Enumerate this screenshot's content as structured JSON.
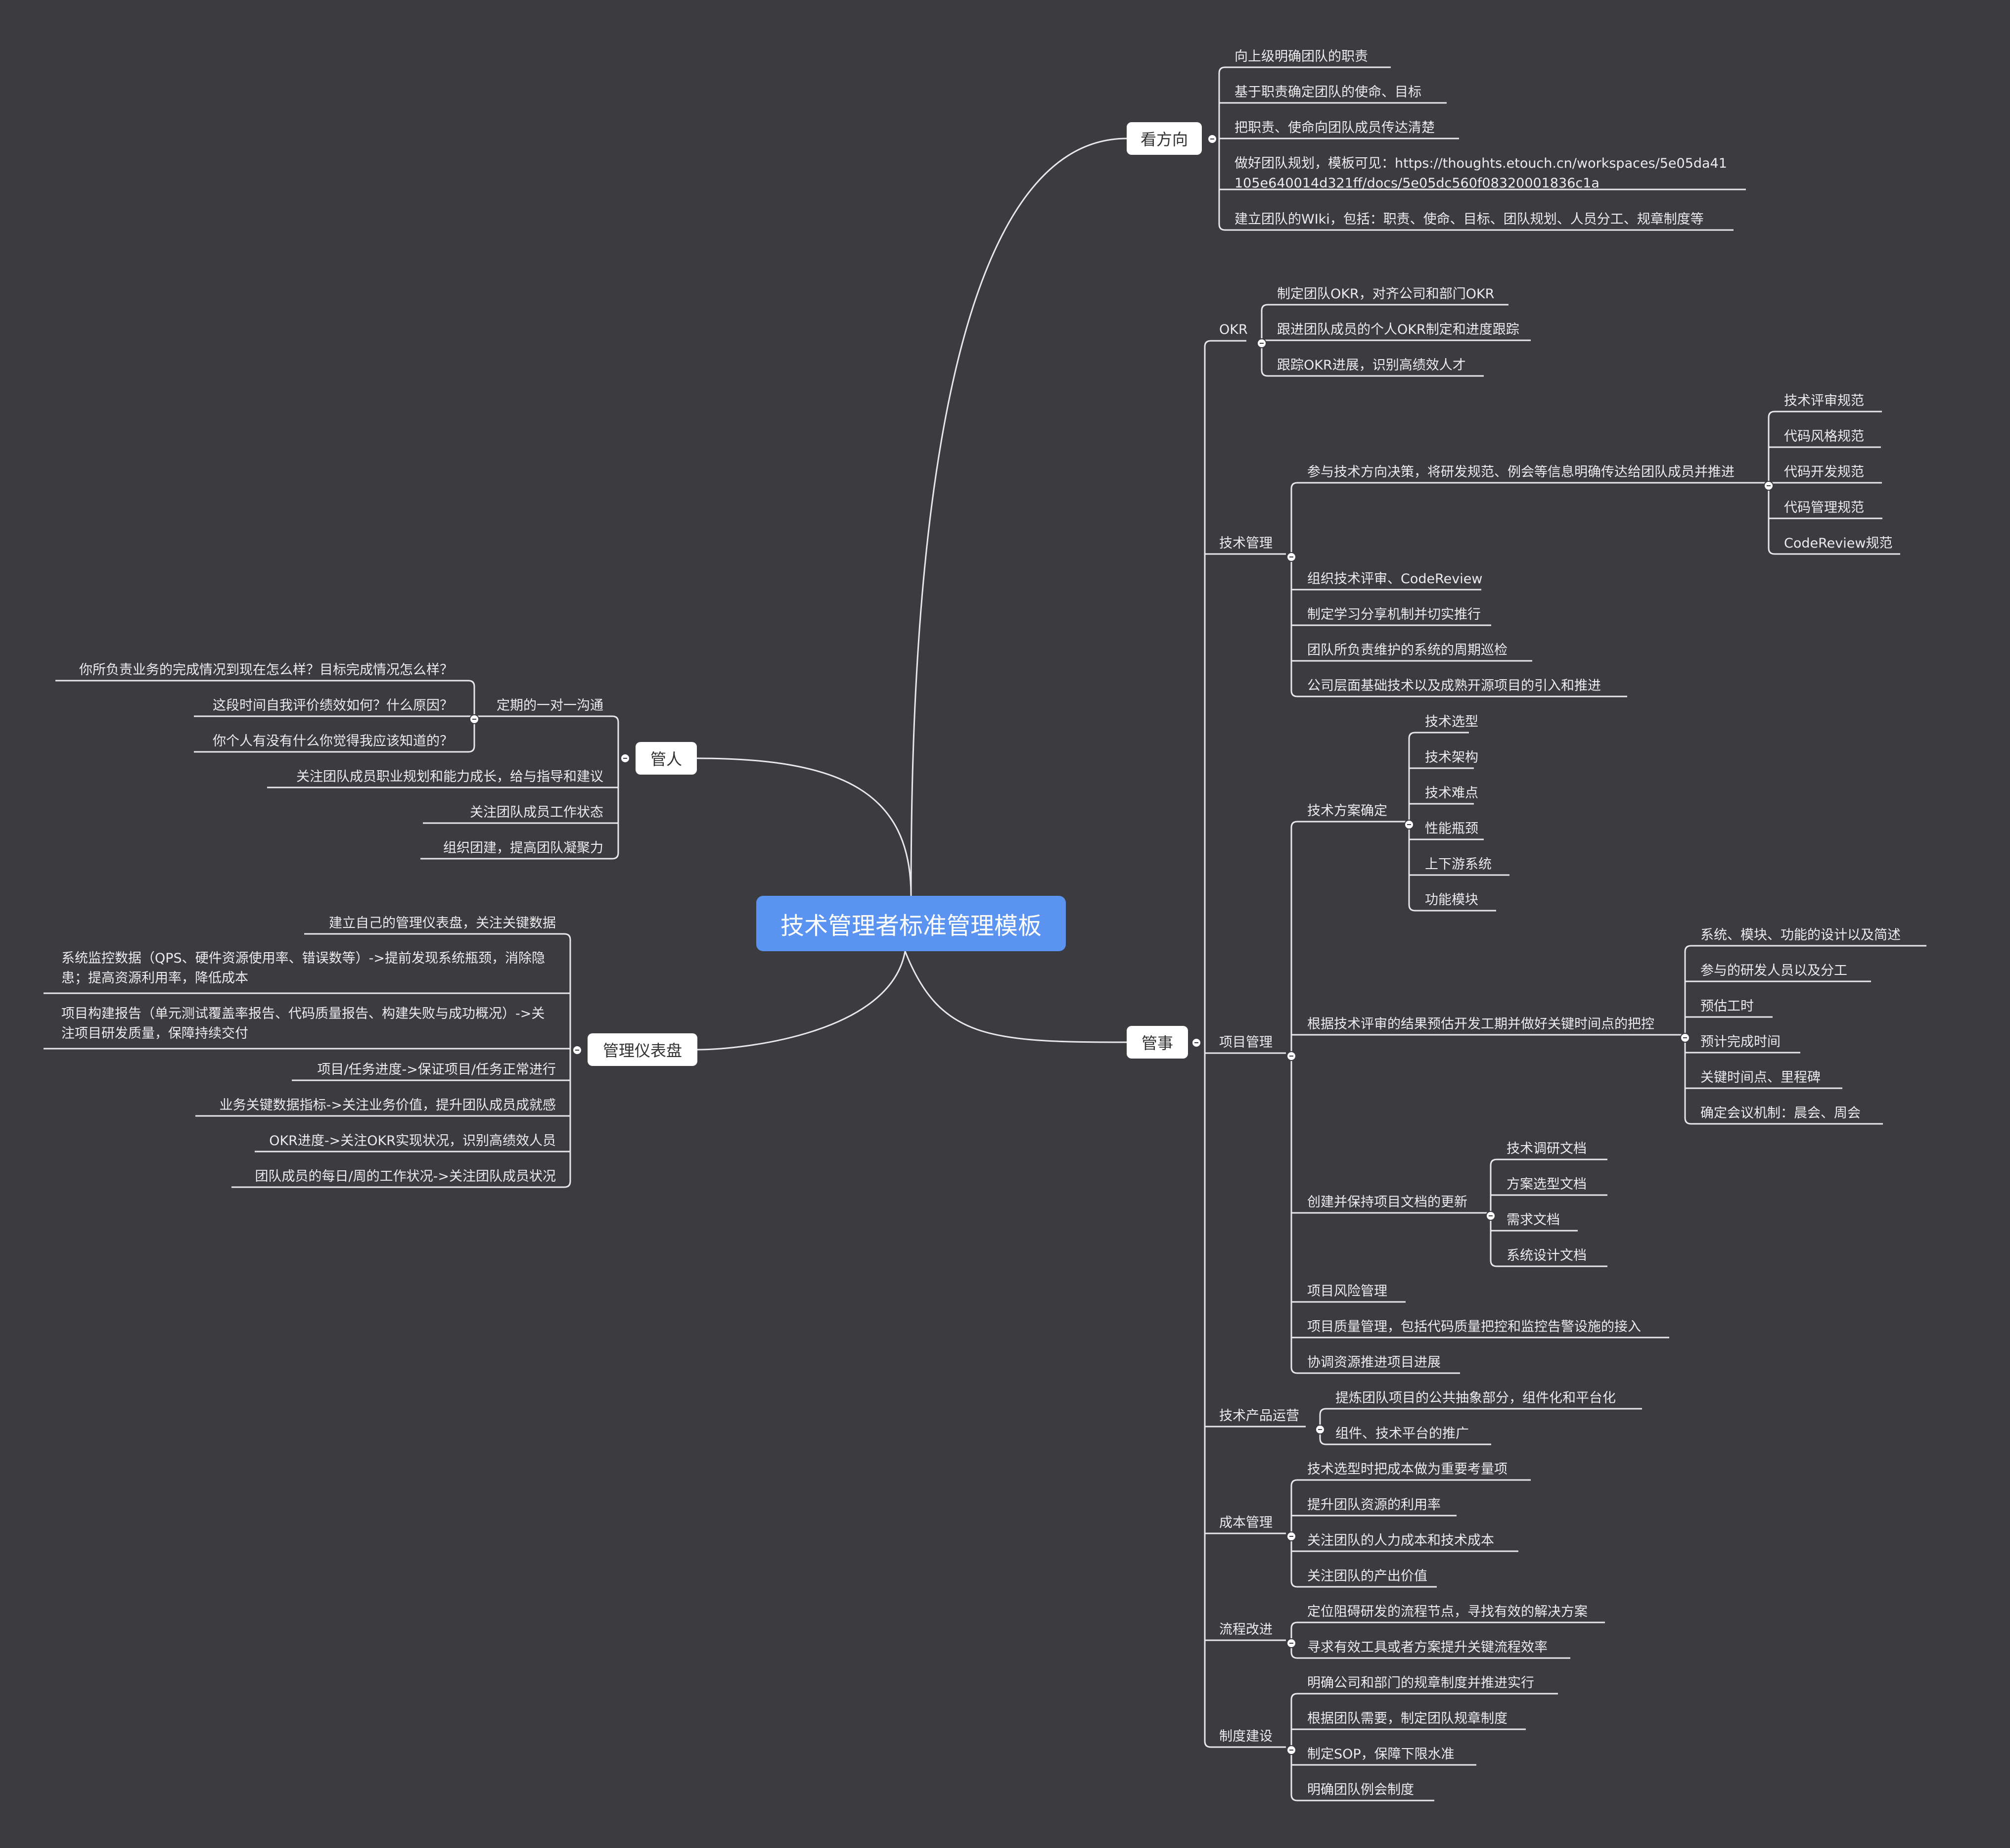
{
  "root": "技术管理者标准管理模板",
  "main": {
    "kanfangxiang": "看方向",
    "guanshi": "管事",
    "guanren": "管人",
    "yibiaopan": "管理仪表盘"
  },
  "kfx": [
    "向上级明确团队的职责",
    "基于职责确定团队的使命、目标",
    "把职责、使命向团队成员传达清楚",
    "做好团队规划，模板可见：https://thoughts.etouch.cn/workspaces/5e05da41105e640014d321ff/docs/5e05dc560f08320001836c1a",
    "建立团队的WIki，包括：职责、使命、目标、团队规划、人员分工、规章制度等"
  ],
  "okr": {
    "label": "OKR",
    "items": [
      "制定团队OKR，对齐公司和部门OKR",
      "跟进团队成员的个人OKR制定和进度跟踪",
      "跟踪OKR进展，识别高绩效人才"
    ]
  },
  "tech_mgmt": {
    "label": "技术管理",
    "decision": "参与技术方向决策，将研发规范、例会等信息明确传达给团队成员并推进",
    "specs": [
      "技术评审规范",
      "代码风格规范",
      "代码开发规范",
      "代码管理规范",
      "CodeReview规范"
    ],
    "items": [
      "组织技术评审、CodeReview",
      "制定学习分享机制并切实推行",
      "团队所负责维护的系统的周期巡检",
      "公司层面基础技术以及成熟开源项目的引入和推进"
    ]
  },
  "project": {
    "label": "项目管理",
    "plan": "技术方案确定",
    "plan_items": [
      "技术选型",
      "技术架构",
      "技术难点",
      "性能瓶颈",
      "上下游系统",
      "功能模块"
    ],
    "schedule": "根据技术评审的结果预估开发工期并做好关键时间点的把控",
    "schedule_items": [
      "系统、模块、功能的设计以及简述",
      "参与的研发人员以及分工",
      "预估工时",
      "预计完成时间",
      "关键时间点、里程碑",
      "确定会议机制：晨会、周会"
    ],
    "docs": "创建并保持项目文档的更新",
    "docs_items": [
      "技术调研文档",
      "方案选型文档",
      "需求文档",
      "系统设计文档"
    ],
    "others": [
      "项目风险管理",
      "项目质量管理，包括代码质量把控和监控告警设施的接入",
      "协调资源推进项目进展"
    ]
  },
  "product_ops": {
    "label": "技术产品运营",
    "items": [
      "提炼团队项目的公共抽象部分，组件化和平台化",
      "组件、技术平台的推广"
    ]
  },
  "cost": {
    "label": "成本管理",
    "items": [
      "技术选型时把成本做为重要考量项",
      "提升团队资源的利用率",
      "关注团队的人力成本和技术成本",
      "关注团队的产出价值"
    ]
  },
  "process": {
    "label": "流程改进",
    "items": [
      "定位阻碍研发的流程节点，寻找有效的解决方案",
      "寻求有效工具或者方案提升关键流程效率"
    ]
  },
  "system": {
    "label": "制度建设",
    "items": [
      "明确公司和部门的规章制度并推进实行",
      "根据团队需要，制定团队规章制度",
      "制定SOP，保障下限水准",
      "明确团队例会制度"
    ]
  },
  "people": {
    "one_on_one": "定期的一对一沟通",
    "questions": [
      "你所负责业务的完成情况到现在怎么样？目标完成情况怎么样？",
      "这段时间自我评价绩效如何？什么原因？",
      "你个人有没有什么你觉得我应该知道的？"
    ],
    "items": [
      "关注团队成员职业规划和能力成长，给与指导和建议",
      "关注团队成员工作状态",
      "组织团建，提高团队凝聚力"
    ]
  },
  "dashboard": [
    "建立自己的管理仪表盘，关注关键数据",
    "系统监控数据（QPS、硬件资源使用率、错误数等）->提前发现系统瓶颈，消除隐患；提高资源利用率，降低成本",
    "项目构建报告（单元测试覆盖率报告、代码质量报告、构建失败与成功概况）->关注项目研发质量，保障持续交付",
    "项目/任务进度->保证项目/任务正常进行",
    "业务关键数据指标->关注业务价值，提升团队成员成就感",
    "OKR进度->关注OKR实现状况，识别高绩效人员",
    "团队成员的每日/周的工作状况->关注团队成员状况"
  ],
  "colors": {
    "background": "#3b3b40",
    "root": "#5a94f0",
    "line": "#e8e8e8"
  }
}
